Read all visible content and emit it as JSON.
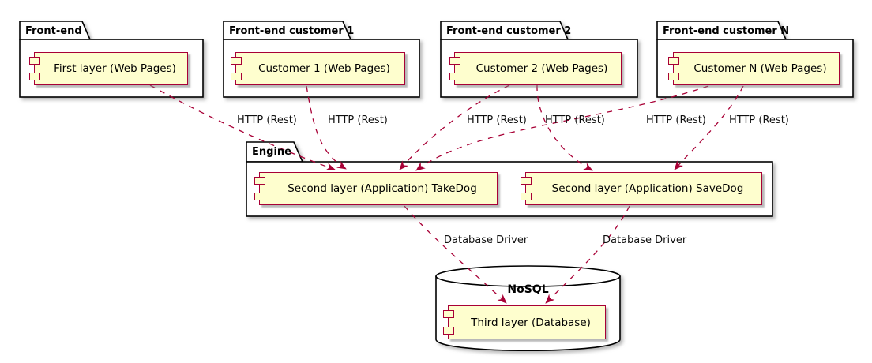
{
  "front_end_packages": [
    {
      "title": "Front-end",
      "component": "First layer (Web Pages)"
    },
    {
      "title": "Front-end customer 1",
      "component": "Customer 1 (Web Pages)"
    },
    {
      "title": "Front-end customer 2",
      "component": "Customer 2 (Web Pages)"
    },
    {
      "title": "Front-end customer N",
      "component": "Customer N (Web Pages)"
    }
  ],
  "engine": {
    "title": "Engine",
    "components": [
      "Second layer (Application) TakeDog",
      "Second layer (Application) SaveDog"
    ]
  },
  "database": {
    "title": "NoSQL",
    "component": "Third layer (Database)"
  },
  "edges": [
    {
      "from": "First layer (Web Pages)",
      "to": "Second layer (Application) TakeDog",
      "label": "HTTP (Rest)"
    },
    {
      "from": "Customer 1 (Web Pages)",
      "to": "Second layer (Application) TakeDog",
      "label": "HTTP (Rest)"
    },
    {
      "from": "Customer 2 (Web Pages)",
      "to": "Second layer (Application) TakeDog",
      "label": "HTTP (Rest)"
    },
    {
      "from": "Customer 2 (Web Pages)",
      "to": "Second layer (Application) SaveDog",
      "label": "HTTP (Rest)"
    },
    {
      "from": "Customer N (Web Pages)",
      "to": "Second layer (Application) TakeDog",
      "label": "HTTP (Rest)"
    },
    {
      "from": "Customer N (Web Pages)",
      "to": "Second layer (Application) SaveDog",
      "label": "HTTP (Rest)"
    },
    {
      "from": "Second layer (Application) TakeDog",
      "to": "Third layer (Database)",
      "label": "Database Driver"
    },
    {
      "from": "Second layer (Application) SaveDog",
      "to": "Third layer (Database)",
      "label": "Database Driver"
    }
  ],
  "colors": {
    "component_fill": "#FEFECE",
    "component_border": "#A80036",
    "arrow": "#A80036",
    "package_border": "#000000",
    "text": "#000000",
    "background": "#FFFFFF"
  }
}
